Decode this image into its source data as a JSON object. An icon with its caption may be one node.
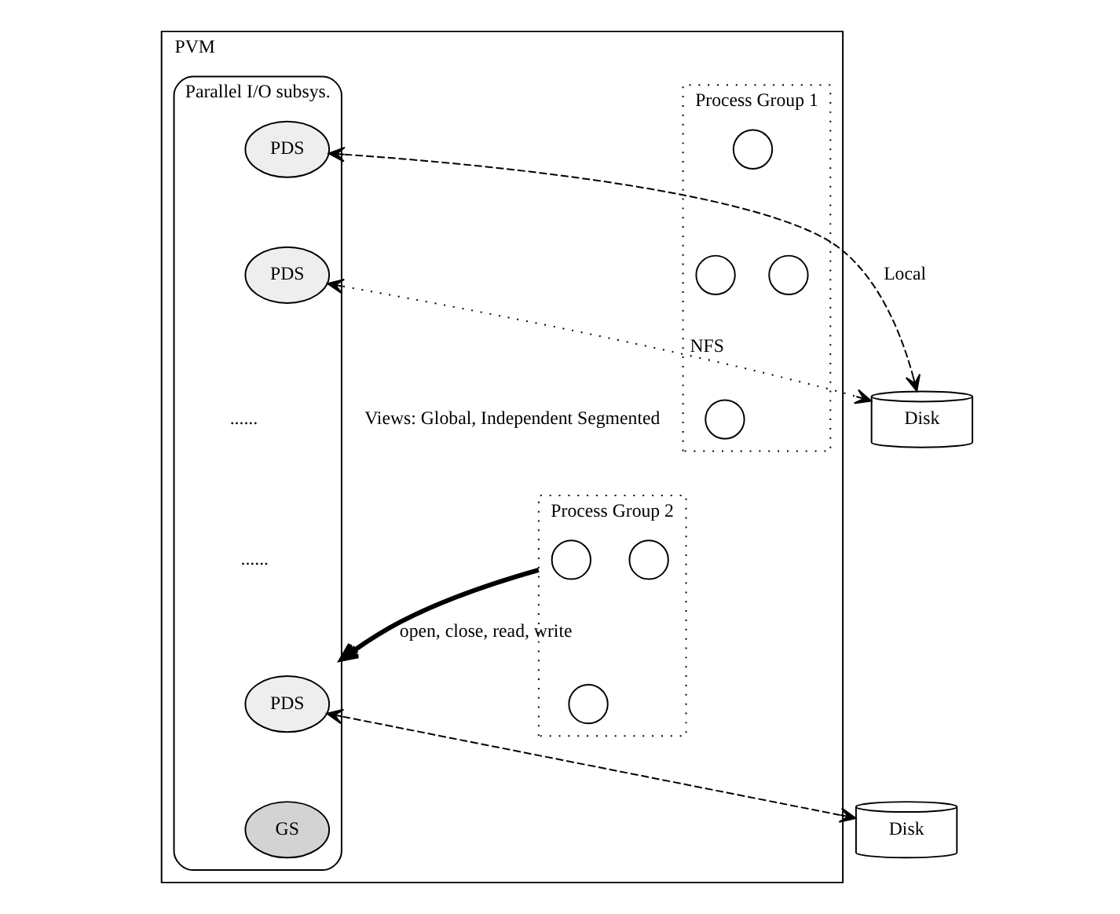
{
  "diagram": {
    "nodes": [
      {
        "text": [
          "PVM"
        ]
      },
      {
        "text": [
          "Process Group 1"
        ],
        "in": 0
      },
      {
        "text": [],
        "shape": "circle",
        "in": 1
      },
      {
        "text": [],
        "shape": "circle",
        "in": 1
      },
      {
        "text": [],
        "shape": "circle",
        "in": 1
      },
      {
        "text": [],
        "shape": "circle",
        "in": 1
      },
      {
        "text": [
          "Process Group 2"
        ],
        "in": 0
      },
      {
        "text": [],
        "shape": "circle",
        "in": 6
      },
      {
        "text": [],
        "shape": "circle",
        "in": 6
      },
      {
        "text": [],
        "shape": "circle",
        "in": 6
      },
      {
        "text": [
          "Parallel I/O subsys."
        ],
        "in": 0
      },
      {
        "text": [
          "PDS"
        ],
        "in": 10
      },
      {
        "text": [
          "PDS"
        ],
        "in": 10
      },
      {
        "text": [
          "PDS"
        ],
        "in": 10
      },
      {
        "text": [
          "GS"
        ],
        "in": 10
      },
      {
        "text": [
          "Disk"
        ]
      },
      {
        "text": [
          "Disk"
        ]
      }
    ],
    "edges": [
      {
        "from": 11,
        "to": 15,
        "arrow": "both",
        "style": "dashed",
        "label": "Local"
      },
      {
        "from": 12,
        "to": 15,
        "arrow": "both",
        "style": "dashed",
        "label": "NFS"
      },
      {
        "from": 13,
        "to": 16,
        "arrow": "both",
        "style": "dashed"
      },
      {
        "from": 6,
        "to": 10,
        "arrow": "to",
        "style": "thick",
        "label": "open, close, read, write"
      }
    ],
    "labels": [
      "Views: Global, Independent Segmented",
      "......",
      "......"
    ]
  }
}
